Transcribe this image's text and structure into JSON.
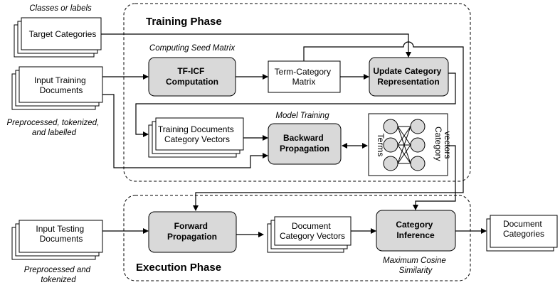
{
  "phases": {
    "training": "Training Phase",
    "execution": "Execution Phase"
  },
  "notes": {
    "classes_or_labels": "Classes or labels",
    "computing_seed_matrix": "Computing Seed Matrix",
    "preprocessed_training": [
      "Preprocessed, tokenized,",
      "and labelled"
    ],
    "model_training": "Model Training",
    "preprocessed_testing": [
      "Preprocessed and",
      "tokenized"
    ],
    "max_cosine": [
      "Maximum Cosine",
      "Similarity"
    ]
  },
  "nodes": {
    "target_categories": [
      "Target Categories"
    ],
    "input_training_documents": [
      "Input Training",
      "Documents"
    ],
    "tf_icf_computation": [
      "TF-ICF",
      "Computation"
    ],
    "term_category_matrix": [
      "Term-Category",
      "Matrix"
    ],
    "update_category_representation": [
      "Update Category",
      "Representation"
    ],
    "training_document_vectors": [
      "Training Documents",
      "Category Vectors"
    ],
    "backward_propagation": [
      "Backward",
      "Propagation"
    ],
    "nn_terms": "Terms",
    "nn_category_vectors": [
      "Category",
      "vectors"
    ],
    "input_testing_documents": [
      "Input Testing",
      "Documents"
    ],
    "forward_propagation": [
      "Forward",
      "Propagation"
    ],
    "document_category_vectors": [
      "Document",
      "Category Vectors"
    ],
    "category_inference": [
      "Category",
      "Inference"
    ],
    "document_categories": [
      "Document",
      "Categories"
    ]
  }
}
